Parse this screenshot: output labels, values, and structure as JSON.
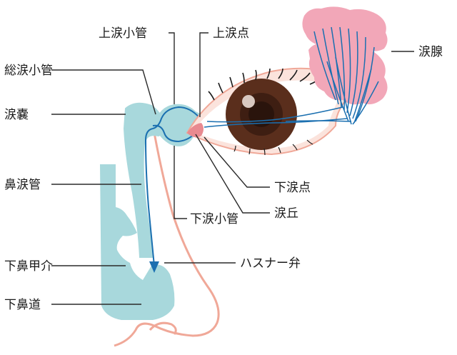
{
  "labels": {
    "upper_canaliculus": "上涙小管",
    "upper_punctum": "上涙点",
    "common_canaliculus": "総涙小管",
    "lacrimal_sac": "涙嚢",
    "nasolacrimal_duct": "鼻涙管",
    "inferior_turbinate": "下鼻甲介",
    "inferior_meatus": "下鼻道",
    "lacrimal_gland": "涙腺",
    "lower_punctum": "下涙点",
    "caruncle": "涙丘",
    "lower_canaliculus": "下涙小管",
    "hasner_valve": "ハスナー弁"
  },
  "colors": {
    "duct_fill": "#a8d8dc",
    "duct_outline": "#1a6fb0",
    "gland": "#f2a7b8",
    "skin_line": "#f0a898",
    "iris": "#5a2e1c",
    "pupil": "#2a140c",
    "leader": "#2a2a2a"
  }
}
